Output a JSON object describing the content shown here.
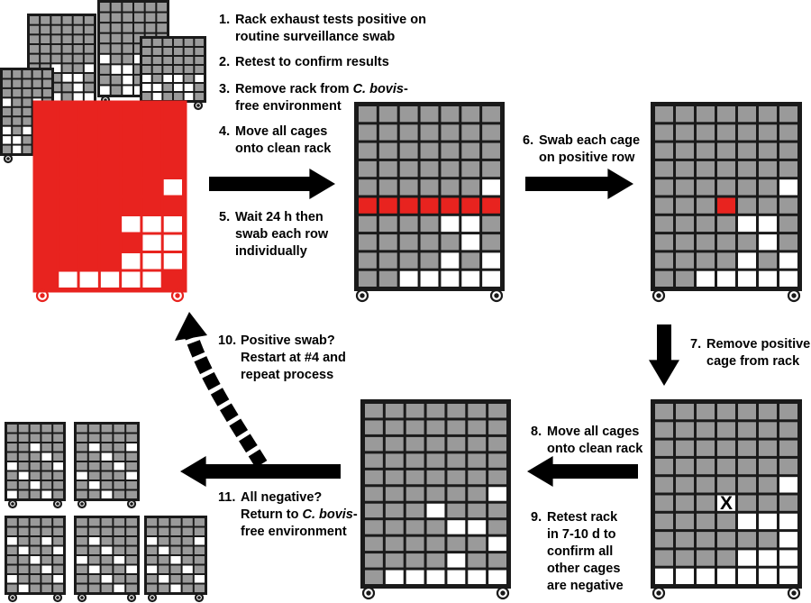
{
  "colors": {
    "positive": "#e8231f",
    "cage": "#9a9a9a",
    "empty": "#ffffff",
    "frame": "#1a1a1a",
    "arrow": "#000000"
  },
  "steps": [
    {
      "id": "s1",
      "num": "1.",
      "lines": [
        "Rack exhaust tests positive on",
        "routine surveillance swab"
      ]
    },
    {
      "id": "s2",
      "num": "2.",
      "lines": [
        "Retest to confirm results"
      ]
    },
    {
      "id": "s3",
      "num": "3.",
      "lines": [
        "Remove rack from |C. bovis|-",
        "free environment"
      ]
    },
    {
      "id": "s4",
      "num": "4.",
      "lines": [
        "Move all cages",
        "onto clean rack"
      ]
    },
    {
      "id": "s5",
      "num": "5.",
      "lines": [
        "Wait 24 h then",
        "swab each row",
        "individually"
      ]
    },
    {
      "id": "s6",
      "num": "6.",
      "lines": [
        "Swab each cage",
        "on positive row"
      ]
    },
    {
      "id": "s7",
      "num": "7.",
      "lines": [
        "Remove positive",
        "cage from rack"
      ]
    },
    {
      "id": "s8",
      "num": "8.",
      "lines": [
        "Move all cages",
        "onto clean rack"
      ]
    },
    {
      "id": "s9",
      "num": "9.",
      "lines": [
        "Retest rack",
        "in  7-10 d to",
        "confirm all",
        "other cages",
        "are negative"
      ]
    },
    {
      "id": "s10",
      "num": "10.",
      "lines": [
        "Positive swab?",
        "Restart at #4 and",
        "repeat process"
      ]
    },
    {
      "id": "s11",
      "num": "11.",
      "lines": [
        "All negative?",
        "Return to |C. bovis|-",
        "free environment"
      ]
    }
  ],
  "racks": {
    "removed_cage_mark": "X"
  }
}
